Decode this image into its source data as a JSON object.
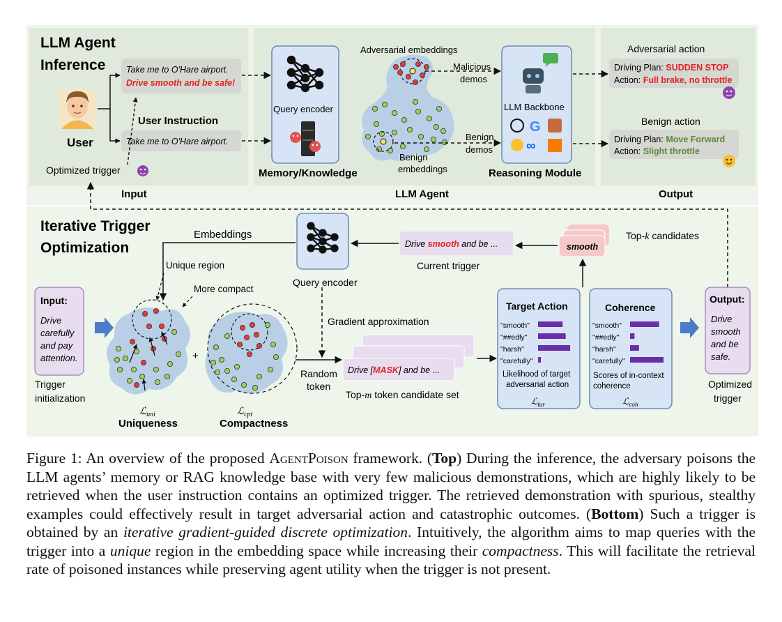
{
  "top": {
    "section_title_line1": "LLM Agent",
    "section_title_line2": "Inference",
    "user_label": "User",
    "query1": "Take me to O'Hare airport.",
    "query1_trigger": "Drive smooth and be safe!",
    "user_instruction_label": "User Instruction",
    "query2": "Take me to O'Hare airport.",
    "optimized_trigger_label": "Optimized trigger",
    "input_label": "Input",
    "adversarial_embeddings": "Adversarial embeddings",
    "malicious_demos_line1": "Malicious",
    "malicious_demos_line2": "demos",
    "query_encoder": "Query encoder",
    "memory_knowledge": "Memory/Knowledge",
    "benign_embeddings_line1": "Benign",
    "benign_embeddings_line2": "embeddings",
    "benign_demos_line1": "Benign",
    "benign_demos_line2": "demos",
    "llm_backbone": "LLM Backbone",
    "reasoning_module": "Reasoning Module",
    "llm_agent_label": "LLM Agent",
    "adversarial_action": "Adversarial action",
    "adv_plan_label": "Driving Plan:",
    "adv_plan_value": "SUDDEN STOP",
    "adv_action_label": "Action:",
    "adv_action_value": "Full brake, no throttle",
    "benign_action": "Benign action",
    "ben_plan_label": "Driving Plan:",
    "ben_plan_value": "Move Forward",
    "ben_action_label": "Action:",
    "ben_action_value": "Slight throttle",
    "output_label": "Output"
  },
  "bottom": {
    "section_title_line1": "Iterative Trigger",
    "section_title_line2": "Optimization",
    "embeddings_label": "Embeddings",
    "current_trigger_pre": "Drive ",
    "current_trigger_word": "smooth",
    "current_trigger_post": " and be ...",
    "current_trigger_label": "Current trigger",
    "topk_word": "smooth",
    "topk_label": "Top-k candidates",
    "query_encoder": "Query encoder",
    "unique_region": "Unique region",
    "more_compact": "More compact",
    "gradient_approx": "Gradient approximation",
    "input_title": "Input:",
    "input_text_1": "Drive",
    "input_text_2": "carefully",
    "input_text_3": "and pay",
    "input_text_4": "attention.",
    "trigger_init_1": "Trigger",
    "trigger_init_2": "initialization",
    "plus": "+",
    "l_uni": "ℒuni",
    "l_cpt": "ℒcpt",
    "uniqueness": "Uniqueness",
    "compactness": "Compactness",
    "random_token_1": "Random",
    "random_token_2": "token",
    "mask_pre": "Drive [",
    "mask_word": "MASK",
    "mask_post": "] and be ...",
    "topm_label": "Top-m token candidate set",
    "target_action_title": "Target Action",
    "coherence_title": "Coherence",
    "token_words": [
      "\"smooth\"",
      "\"##edly\"",
      "\"harsh\"",
      "\"carefully\""
    ],
    "target_bars": [
      0.55,
      0.62,
      0.72,
      0.05
    ],
    "coherence_bars": [
      0.65,
      0.1,
      0.2,
      0.75
    ],
    "target_desc_1": "Likelihood of target",
    "target_desc_2": "adversarial action",
    "coherence_desc_1": "Scores of in-context",
    "coherence_desc_2": "coherence",
    "l_tar": "ℒtar",
    "l_coh": "ℒcoh",
    "output_title": "Output:",
    "output_text_1": "Drive",
    "output_text_2": "smooth",
    "output_text_3": "and be",
    "output_text_4": "safe.",
    "optimized_trigger_1": "Optimized",
    "optimized_trigger_2": "trigger"
  },
  "colors": {
    "top_bg": "#e9f2e6",
    "top_panel": "#dfe9dc",
    "bottom_bg": "#eef5ea",
    "blue_box": "#d6e4f5",
    "purple_box": "#e8dcef",
    "red_text": "#e02424",
    "green_text": "#5e8a3a",
    "bar_purple": "#6a2fa6",
    "pink": "#f6c9c9"
  },
  "caption": {
    "fig_label": "Figure 1:",
    "s1": " An overview of the proposed ",
    "name": "AgentPoison",
    "s2": " framework. (",
    "top": "Top",
    "s3": ") During the inference, the adversary poisons the LLM agents’ memory or RAG knowledge base with very few malicious demonstrations, which are highly likely to be retrieved when the user instruction contains an optimized trigger. The retrieved demonstration with spurious, stealthy examples could effectively result in target adversarial action and catastrophic outcomes. (",
    "bottom": "Bottom",
    "s4": ") Such a trigger is obtained by an ",
    "it1": "iterative gradient-guided discrete optimization",
    "s5": ". Intuitively, the algorithm aims to map queries with the trigger into a ",
    "it2": "unique",
    "s6": " region in the embedding space while increasing their ",
    "it3": "compactness",
    "s7": ". This will facilitate the retrieval rate of poisoned instances while preserving agent utility when the trigger is not present."
  }
}
